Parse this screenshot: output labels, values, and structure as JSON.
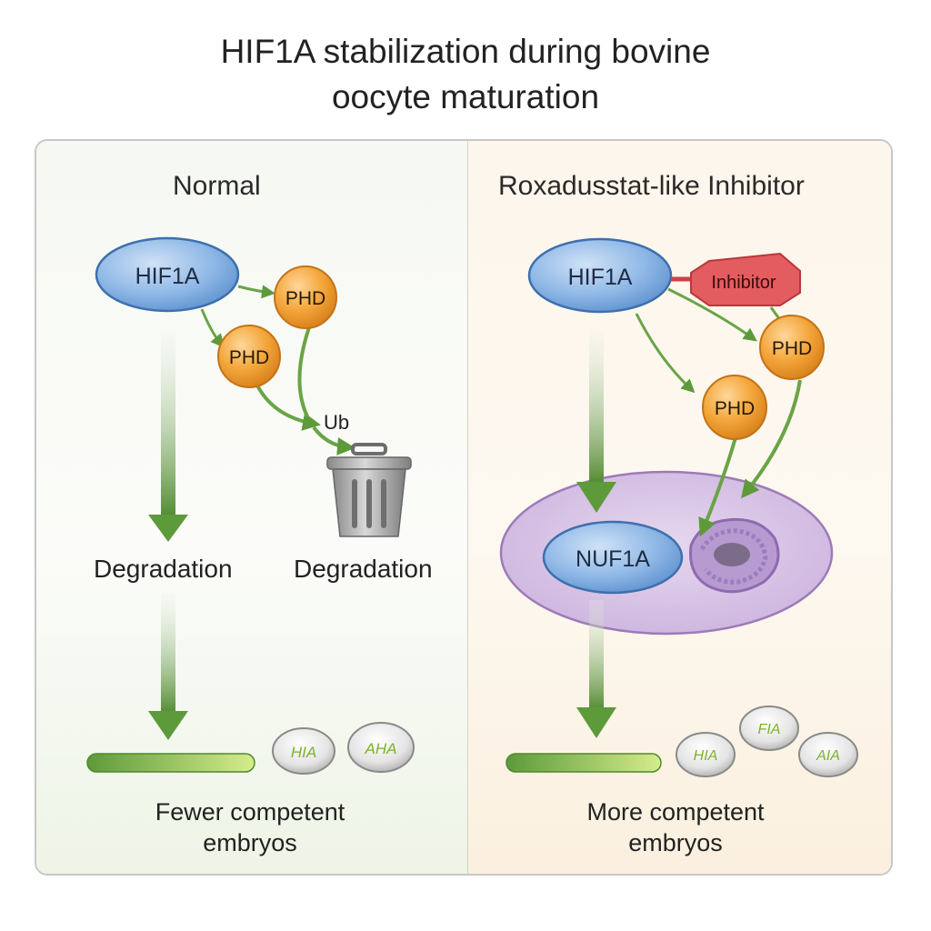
{
  "title": {
    "line1": "HIF1A stabilization during bovine",
    "line2": "oocyte maturation"
  },
  "left_panel": {
    "heading": "Normal",
    "hif1a_label": "HIF1A",
    "phd_top_label": "PHD",
    "phd_bottom_label": "PHD",
    "ub_label": "Ub",
    "degradation_left": "Degradation",
    "degradation_right": "Degradation",
    "embryo_text_1": "HIA",
    "embryo_text_2": "AHA",
    "outcome_line1": "Fewer competent",
    "outcome_line2": "embryos"
  },
  "right_panel": {
    "heading": "Roxadusstat-like Inhibitor",
    "hif1a_label": "HIF1A",
    "inhibitor_label": "Inhibitor",
    "phd_top_label": "PHD",
    "phd_bottom_label": "PHD",
    "nucleus_label": "NUF1A",
    "embryo_text_1": "HIA",
    "embryo_text_2": "FIA",
    "embryo_text_3": "AIA",
    "outcome_line1": "More competent",
    "outcome_line2": "embryos"
  },
  "colors": {
    "hif_fill": "#8fb8e6",
    "phd_fill": "#f0a43a",
    "inhibitor_fill": "#e0585b",
    "arrow_green": "#5d9a3a",
    "nucleus_fill": "#d9c6e6",
    "trash_gray": "#9a9a9a"
  }
}
